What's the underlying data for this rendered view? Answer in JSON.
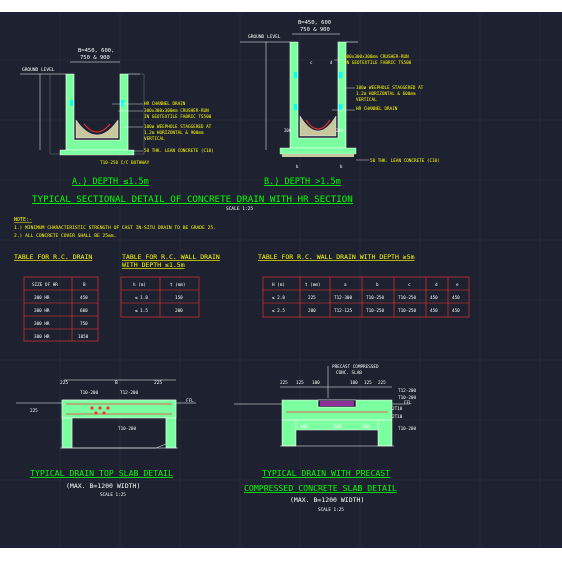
{
  "colors": {
    "background": "#1e2230",
    "outer_background": "#ffffff",
    "concrete_fill": "#7cffa0",
    "title_green": "#00ff00",
    "note_yellow": "#ffff00",
    "table_red": "#ff3030",
    "dim_cyan": "#00ffff",
    "line_white": "#ffffff"
  },
  "section_a": {
    "dim_top": "B=450, 600,",
    "dim_top2": "750 & 900",
    "ground": "GROUND LEVEL",
    "callouts": [
      "HR CHANNEL DRAIN",
      "300x300x300mm CRUSHER-RUN",
      "IN GEOTEXTILE FABRIC TS500",
      "100ø WEEPHOLE STAGGERED AT",
      "1.2m HORIZONTAL & 900mm",
      "VERTICAL",
      "50 THK. LEAN CONCRETE (C10)"
    ],
    "bottom_note": "T10-250 C/C BOTHWAY",
    "caption": "A.) DEPTH ≤1.5m"
  },
  "section_b": {
    "dim_top": "B=450, 600",
    "dim_top2": "750 & 900",
    "ground": "GROUND LEVEL",
    "callouts": [
      "300x300x300mm CRUSHER-RUN",
      "IN GEOTEXTILE FABRIC TS500",
      "100ø WEEPHOLE STAGGERED AT",
      "1.2m HORIZONTAL & 600mm",
      "VERTICAL",
      "HR CHANNEL DRAIN",
      "50 THK. LEAN CONCRETE (C10)"
    ],
    "caption": "B.) DEPTH >1.5m"
  },
  "main_title": "TYPICAL SECTIONAL DETAIL OF CONCRETE DRAIN WITH HR SECTION",
  "main_scale": "SCALE 1:25",
  "notes": {
    "heading": "NOTE:-",
    "items": [
      "1.) MINIMUM CHARACTERISTIC STRENGTH OF CAST IN-SITU DRAIN TO BE GRADE 25.",
      "2.) ALL CONCRETE COVER SHALL BE 25mm."
    ]
  },
  "table1": {
    "title": "TABLE FOR R.C. DRAIN",
    "headers": [
      "SIZE OF HR",
      "B"
    ],
    "rows": [
      [
        "300 HR",
        "450"
      ],
      [
        "300 HR",
        "600"
      ],
      [
        "300 HR",
        "750"
      ],
      [
        "300 HR",
        "1050"
      ]
    ]
  },
  "table2": {
    "title": "TABLE FOR R.C. WALL DRAIN",
    "title2": "WITH DEPTH ≤1.5m",
    "headers": [
      "h (m)",
      "t (mm)"
    ],
    "rows": [
      [
        "≤ 1.0",
        "150"
      ],
      [
        "≤ 1.5",
        "200"
      ]
    ]
  },
  "table3": {
    "title": "TABLE FOR R.C. WALL DRAIN WITH DEPTH ≥5m",
    "headers": [
      "H (m)",
      "t (mm)",
      "a",
      "b",
      "c",
      "d",
      "e"
    ],
    "rows": [
      [
        "≤ 2.0",
        "225",
        "T12-300",
        "T10-250",
        "T10-250",
        "450",
        "450"
      ],
      [
        "≤ 2.5",
        "200",
        "T12-125",
        "T10-250",
        "T10-250",
        "450",
        "450"
      ]
    ]
  },
  "slab_top": {
    "dims": [
      "225",
      "B",
      "225"
    ],
    "bars": [
      "T10-200",
      "T12-200",
      "T10-200"
    ],
    "side": "225",
    "ffl": "FFL",
    "caption1": "TYPICAL DRAIN TOP SLAB DETAIL",
    "caption2": "(MAX. B=1200 WIDTH)",
    "scale": "SCALE 1:25"
  },
  "slab_precast": {
    "label1": "PRECAST COMPRESSED",
    "label2": "CONC. SLAB",
    "dims": [
      "225",
      "125",
      "100",
      "100",
      "125",
      "225"
    ],
    "bars": [
      "T12-200",
      "T10-200",
      "T10-200",
      "2T10",
      "2T10"
    ],
    "bottom_dims": [
      "300",
      "600",
      "300"
    ],
    "ffl": "FFL",
    "caption1": "TYPICAL DRAIN WITH PRECAST",
    "caption2": "COMPRESSED CONCRETE SLAB DETAIL",
    "caption3": "(MAX. B=1200 WIDTH)",
    "scale": "SCALE 1:25"
  }
}
